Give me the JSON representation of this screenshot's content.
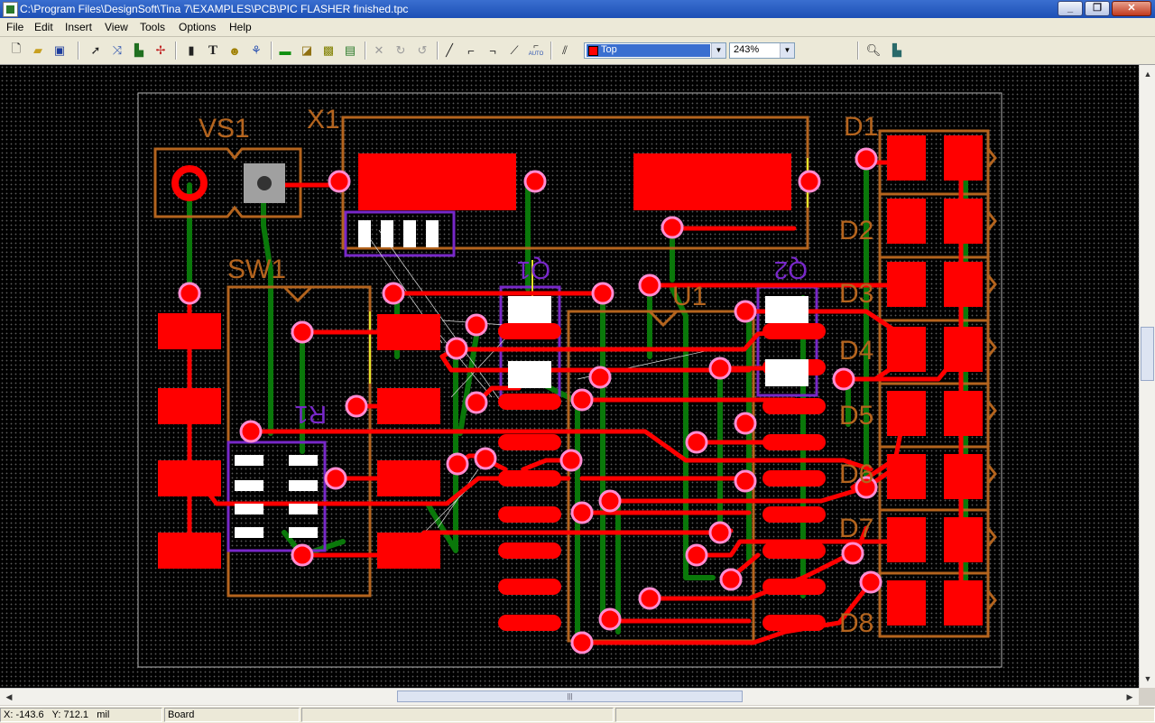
{
  "window": {
    "title": "C:\\Program Files\\DesignSoft\\Tina 7\\EXAMPLES\\PCB\\PIC FLASHER finished.tpc"
  },
  "menu": [
    "File",
    "Edit",
    "Insert",
    "View",
    "Tools",
    "Options",
    "Help"
  ],
  "toolbar": {
    "layer_value": "Top",
    "zoom_value": "243%",
    "auto_route_label": "AUTO",
    "text_tool_label": "T",
    "icons": [
      "new-file-icon",
      "open-folder-icon",
      "save-icon",
      "select-arrow-icon",
      "ratsnest-icon",
      "move-part-icon",
      "add-component-icon",
      "trash-icon",
      "text-tool-icon",
      "autoplace-icon",
      "drc-icon",
      "add-board-icon",
      "add-pad-icon",
      "add-copper-icon",
      "add-layer-icon",
      "cancel-icon",
      "redo-icon",
      "undo-icon",
      "track-straight-icon",
      "track-bend-1-icon",
      "track-bend-2-icon",
      "track-45-icon",
      "track-auto-icon",
      "ratsnest-toggle-icon",
      "zoom-icon",
      "3d-view-icon"
    ]
  },
  "colors": {
    "copper_top": "#ff0000",
    "silkscreen": "#b4641e",
    "copper_bottom": "#0a780a",
    "via_ring": "#ff8cd2",
    "component_outline": "#7828c8",
    "board_outline": "#b4b4b4"
  },
  "pcb": {
    "component_labels": [
      "VS1",
      "X1",
      "SW1",
      "R1",
      "Q1",
      "U1",
      "Q2",
      "D1",
      "D2",
      "D3",
      "D4",
      "D5",
      "D6",
      "D7",
      "D8"
    ]
  },
  "status": {
    "x_label": "X:",
    "x": "-143.6",
    "y_label": "Y:",
    "y": "712.1",
    "unit": "mil",
    "layer": "Board"
  }
}
